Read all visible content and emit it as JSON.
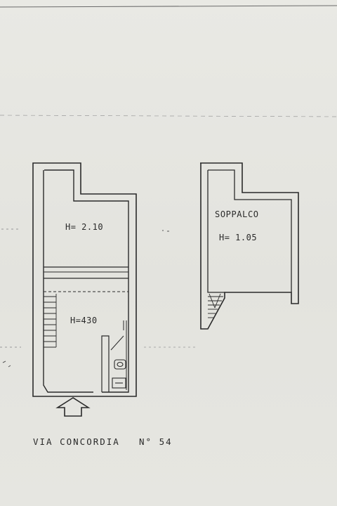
{
  "ground_floor": {
    "upper_height_label": "H= 2.10",
    "lower_height_label": "H=430"
  },
  "mezzanine": {
    "title": "SOPPALCO",
    "height_label": "H= 1.05"
  },
  "address": {
    "street": "VIA CONCORDIA",
    "number": "N° 54"
  },
  "icons": {
    "entrance": "arrow-up-icon",
    "stairs": "staircase-icon",
    "toilet": "toilet-icon",
    "sink": "sink-icon"
  },
  "colors": {
    "paper": "#e7e7e2",
    "ink": "#2a2a2a"
  }
}
